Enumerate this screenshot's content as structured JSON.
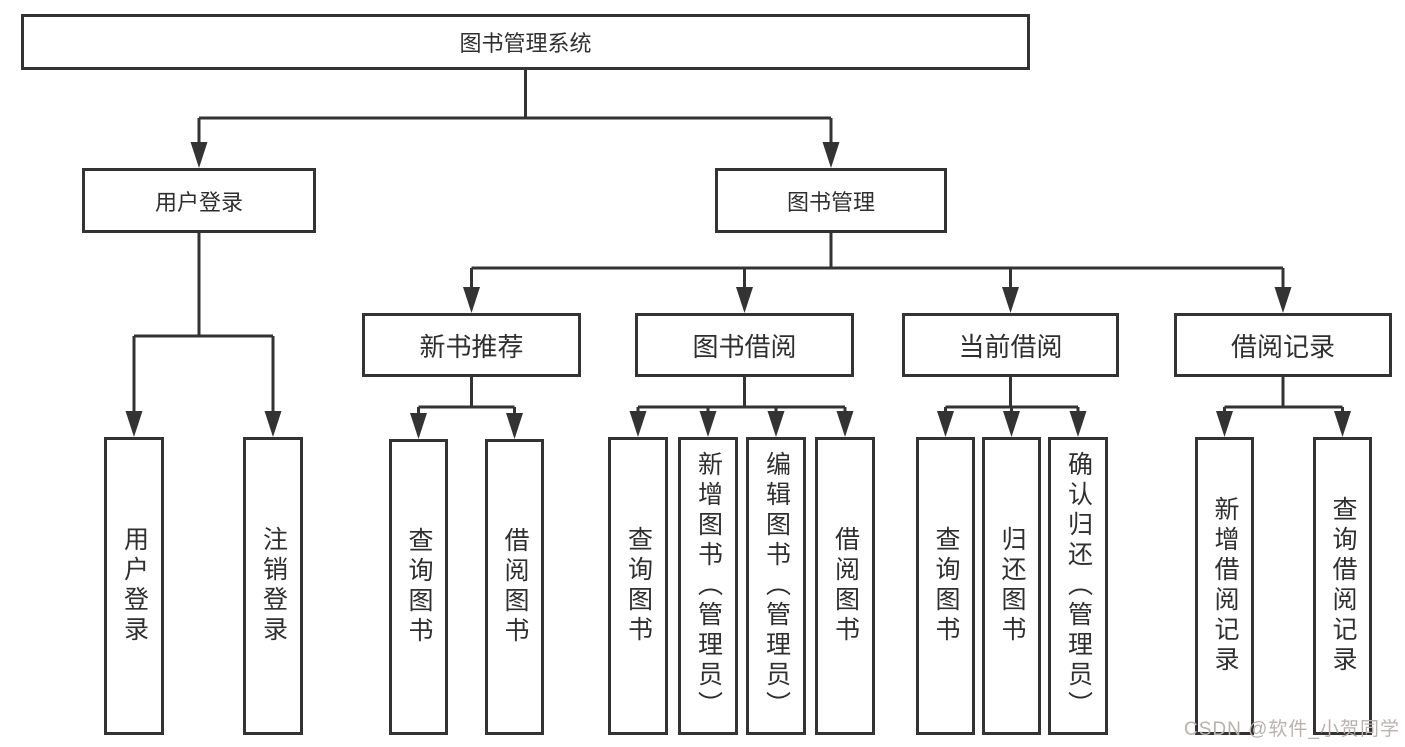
{
  "tree": {
    "root": {
      "label": "图书管理系统",
      "children": [
        {
          "label": "用户登录",
          "children": [
            {
              "label": "用户登录"
            },
            {
              "label": "注销登录"
            }
          ]
        },
        {
          "label": "图书管理",
          "children": [
            {
              "label": "新书推荐",
              "children": [
                {
                  "label": "查询图书"
                },
                {
                  "label": "借阅图书"
                }
              ]
            },
            {
              "label": "图书借阅",
              "children": [
                {
                  "label": "查询图书"
                },
                {
                  "label": "新增图书（管理员）"
                },
                {
                  "label": "编辑图书（管理员）"
                },
                {
                  "label": "借阅图书"
                }
              ]
            },
            {
              "label": "当前借阅",
              "children": [
                {
                  "label": "查询图书"
                },
                {
                  "label": "归还图书"
                },
                {
                  "label": "确认归还（管理员）"
                }
              ]
            },
            {
              "label": "借阅记录",
              "children": [
                {
                  "label": "新增借阅记录"
                },
                {
                  "label": "查询借阅记录"
                }
              ]
            }
          ]
        }
      ]
    }
  },
  "watermark": {
    "text": "CSDN @软件_小贺同学"
  },
  "colors": {
    "line": "#333333",
    "text": "#2f2f2f",
    "box_background": "#ffffff",
    "page_background": "#ffffff",
    "watermark": "#b9b1af"
  }
}
